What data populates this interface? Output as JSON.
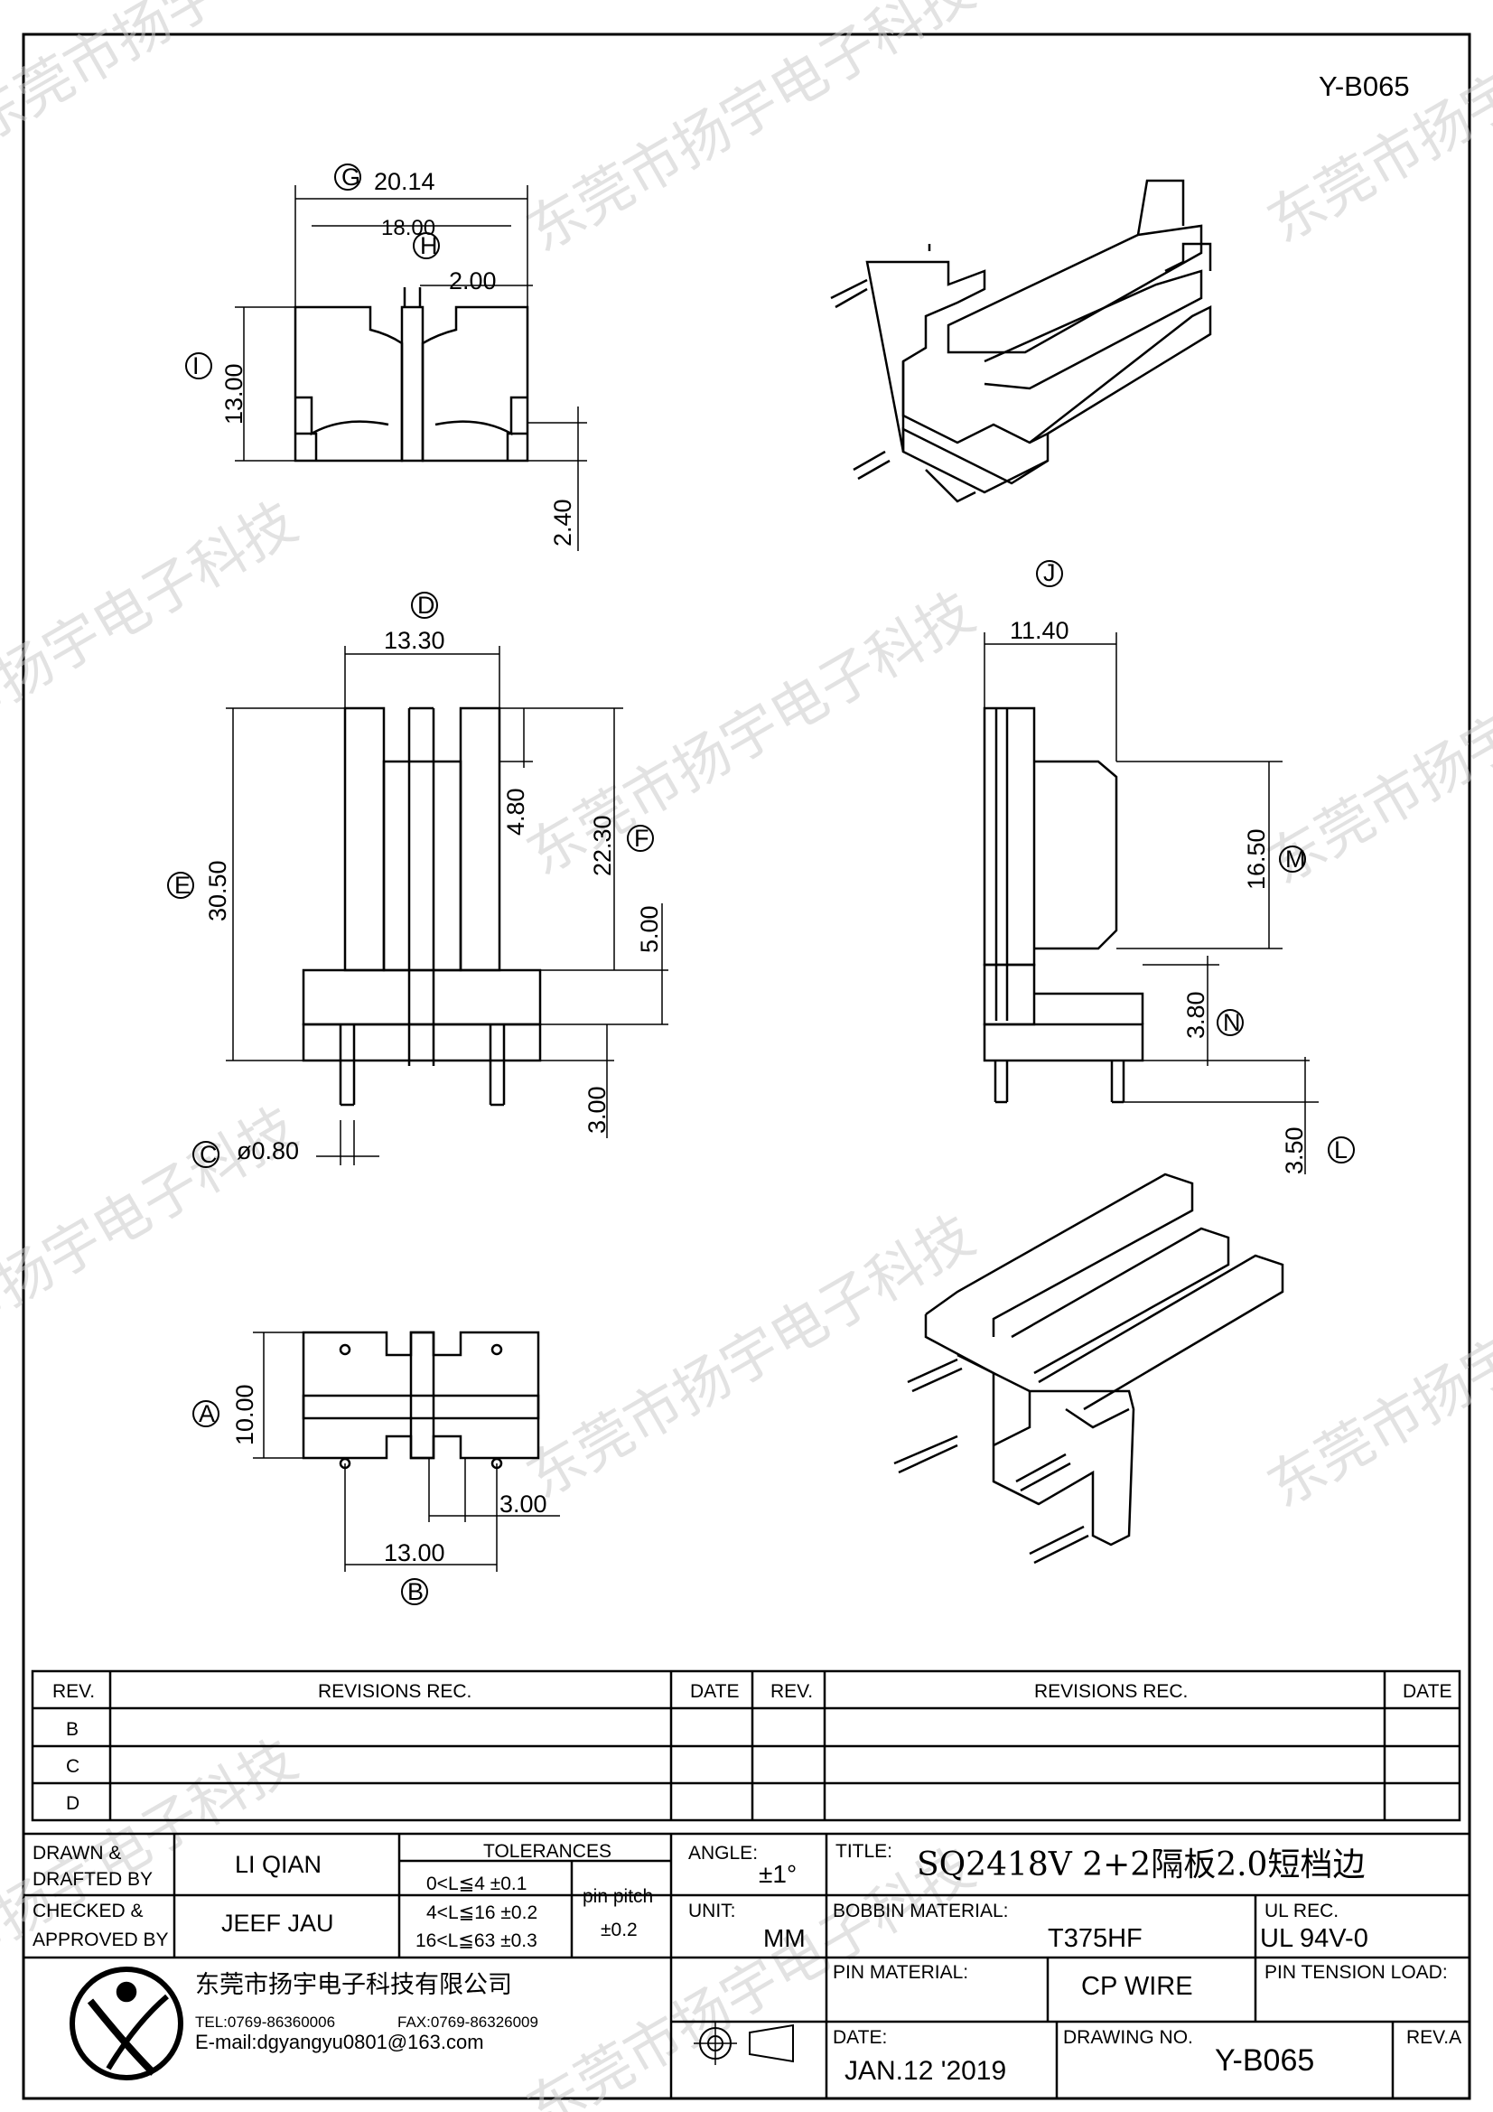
{
  "drawing_code_top": "Y-B065",
  "watermark": "东莞市扬宇电子科技",
  "dimensions": {
    "G": "G",
    "G_outer": "20.14",
    "H": "H",
    "H_inner": "18.00",
    "gap": "2.00",
    "I": "I",
    "height_top": "13.00",
    "pin_top": "2.40",
    "D": "D",
    "width_front": "13.30",
    "E": "E",
    "height_total": "30.50",
    "slot": "4.80",
    "F": "F",
    "wing": "22.30",
    "base": "5.00",
    "pin_len": "3.00",
    "C": "C",
    "pin_dia": "ø0.80",
    "J": "J",
    "depth": "11.40",
    "M": "M",
    "flange": "16.50",
    "N": "N",
    "base_side": "3.80",
    "L": "L",
    "pin_side": "3.50",
    "A": "A",
    "pin_row": "10.00",
    "B": "B",
    "pin_pitch": "13.00",
    "gap_bottom": "3.00"
  },
  "revisions": {
    "left_header": {
      "rev": "REV.",
      "rec": "REVISIONS    REC.",
      "date": "DATE"
    },
    "right_header": {
      "rev": "REV.",
      "rec": "REVISIONS    REC.",
      "date": "DATE"
    },
    "rows": [
      "B",
      "C",
      "D"
    ]
  },
  "title_block": {
    "drawn_label": "DRAWN &\nDRAFTED  BY",
    "drawn_by": "LI QIAN",
    "checked_label": "CHECKED &\nAPPROVED  BY",
    "checked_by": "JEEF JAU",
    "tolerances_label": "TOLERANCES",
    "tol1": "0<L≦4    ±0.1",
    "tol2": "4<L≦16  ±0.2",
    "tol3": "16<L≦63  ±0.3",
    "pin_pitch_label": "pin  pitch",
    "pin_pitch_tol": "±0.2",
    "angle_label": "ANGLE:",
    "angle_value": "±1°",
    "unit_label": "UNIT:",
    "unit_value": "MM",
    "title_label": "TITLE:",
    "title_value": "SQ2418V  2+2隔板2.0短档边",
    "bobbin_label": "BOBBIN  MATERIAL:",
    "bobbin_value": "T375HF",
    "ul_label": "UL  REC.",
    "ul_value": "UL  94V-0",
    "pin_material_label": "PIN  MATERIAL:",
    "pin_material_value": "CP  WIRE",
    "pin_tension_label": "PIN  TENSION  LOAD:",
    "date_label": "DATE:",
    "date_value": "JAN.12  '2019",
    "drawing_no_label": "DRAWING  NO.",
    "drawing_no_value": "Y-B065",
    "rev_label": "REV.A",
    "company_name": "东莞市扬宇电子科技有限公司",
    "tel": "TEL:0769-86360006",
    "fax": "FAX:0769-86326009",
    "email": "E-mail:dgyangyu0801@163.com"
  }
}
